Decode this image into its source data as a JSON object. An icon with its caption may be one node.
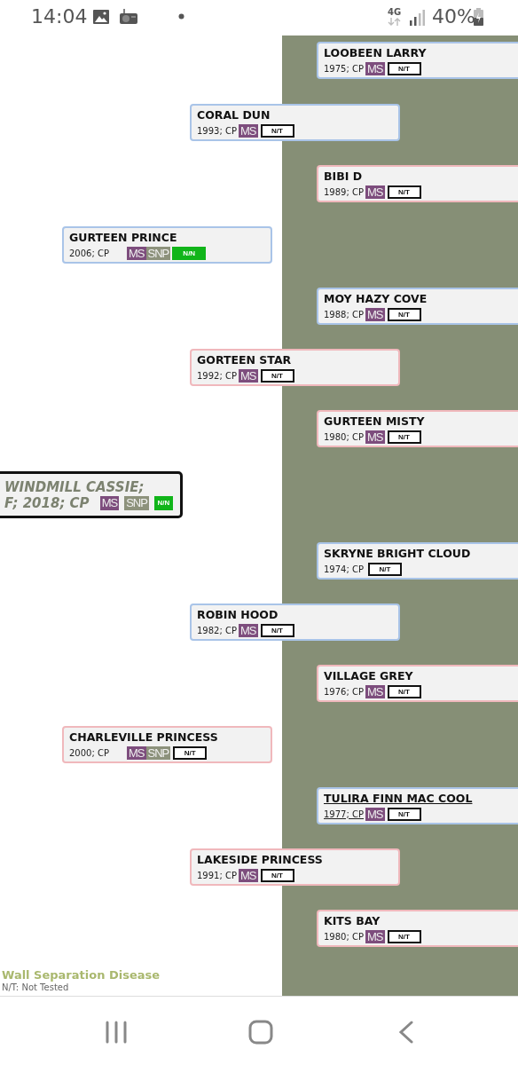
{
  "diagram": {
    "nodes": [
      {
        "text": [
          "LOOBEEN LARRY",
          "1975; CP",
          "MS",
          "N/T"
        ]
      },
      {
        "text": [
          "CORAL DUN",
          "1993; CP",
          "MS",
          "N/T"
        ]
      },
      {
        "text": [
          "BIBI D",
          "1989; CP",
          "MS",
          "N/T"
        ]
      },
      {
        "text": [
          "GURTEEN PRINCE",
          "2006; CP",
          "MS",
          "SNP",
          "N/N"
        ]
      },
      {
        "text": [
          "MOY HAZY COVE",
          "1988; CP",
          "MS",
          "N/T"
        ]
      },
      {
        "text": [
          "GORTEEN STAR",
          "1992; CP",
          "MS",
          "N/T"
        ]
      },
      {
        "text": [
          "GURTEEN MISTY",
          "1980; CP",
          "MS",
          "N/T"
        ]
      },
      {
        "text": [
          "WINDMILL CASSIE;",
          "F; 2018; CP",
          "MS",
          "SNP",
          "N/N"
        ]
      },
      {
        "text": [
          "SKRYNE BRIGHT CLOUD",
          "1974; CP",
          "N/T"
        ]
      },
      {
        "text": [
          "ROBIN HOOD",
          "1982; CP",
          "MS",
          "N/T"
        ]
      },
      {
        "text": [
          "VILLAGE GREY",
          "1976; CP",
          "MS",
          "N/T"
        ]
      },
      {
        "text": [
          "CHARLEVILLE PRINCESS",
          "2000; CP",
          "MS",
          "SNP",
          "N/T"
        ]
      },
      {
        "text": [
          "TULIRA FINN MAC COOL",
          "1977; CP",
          "MS",
          "N/T"
        ]
      },
      {
        "text": [
          "LAKESIDE PRINCESS",
          "1991; CP",
          "MS",
          "N/T"
        ]
      },
      {
        "text": [
          "KITS BAY",
          "1980; CP",
          "MS",
          "N/T"
        ]
      }
    ],
    "labels": [
      "14:04",
      "4G",
      "40%",
      "Wall Separation Disease",
      "N/T: Not Tested"
    ]
  }
}
